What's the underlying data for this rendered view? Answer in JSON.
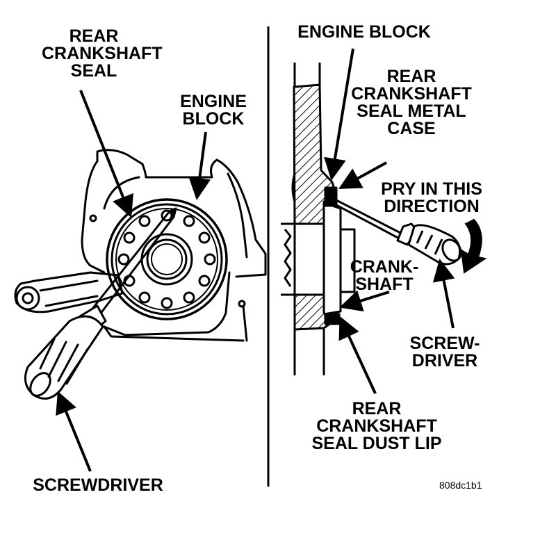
{
  "left_view": {
    "rear_seal_label": [
      "REAR",
      "CRANKSHAFT",
      "SEAL"
    ],
    "engine_block_label": [
      "ENGINE",
      "BLOCK"
    ],
    "screwdriver_label": "SCREWDRIVER"
  },
  "right_view": {
    "engine_block_label": "ENGINE BLOCK",
    "metal_case_label": [
      "REAR",
      "CRANKSHAFT",
      "SEAL METAL",
      "CASE"
    ],
    "pry_label": [
      "PRY IN THIS",
      "DIRECTION"
    ],
    "crankshaft_label": [
      "CRANK-",
      "SHAFT"
    ],
    "screwdriver_label": [
      "SCREW-",
      "DRIVER"
    ],
    "dust_lip_label": [
      "REAR",
      "CRANKSHAFT",
      "SEAL DUST LIP"
    ]
  },
  "figure_code": "808dc1b1",
  "colors": {
    "ink": "#000000",
    "paper": "#ffffff"
  }
}
